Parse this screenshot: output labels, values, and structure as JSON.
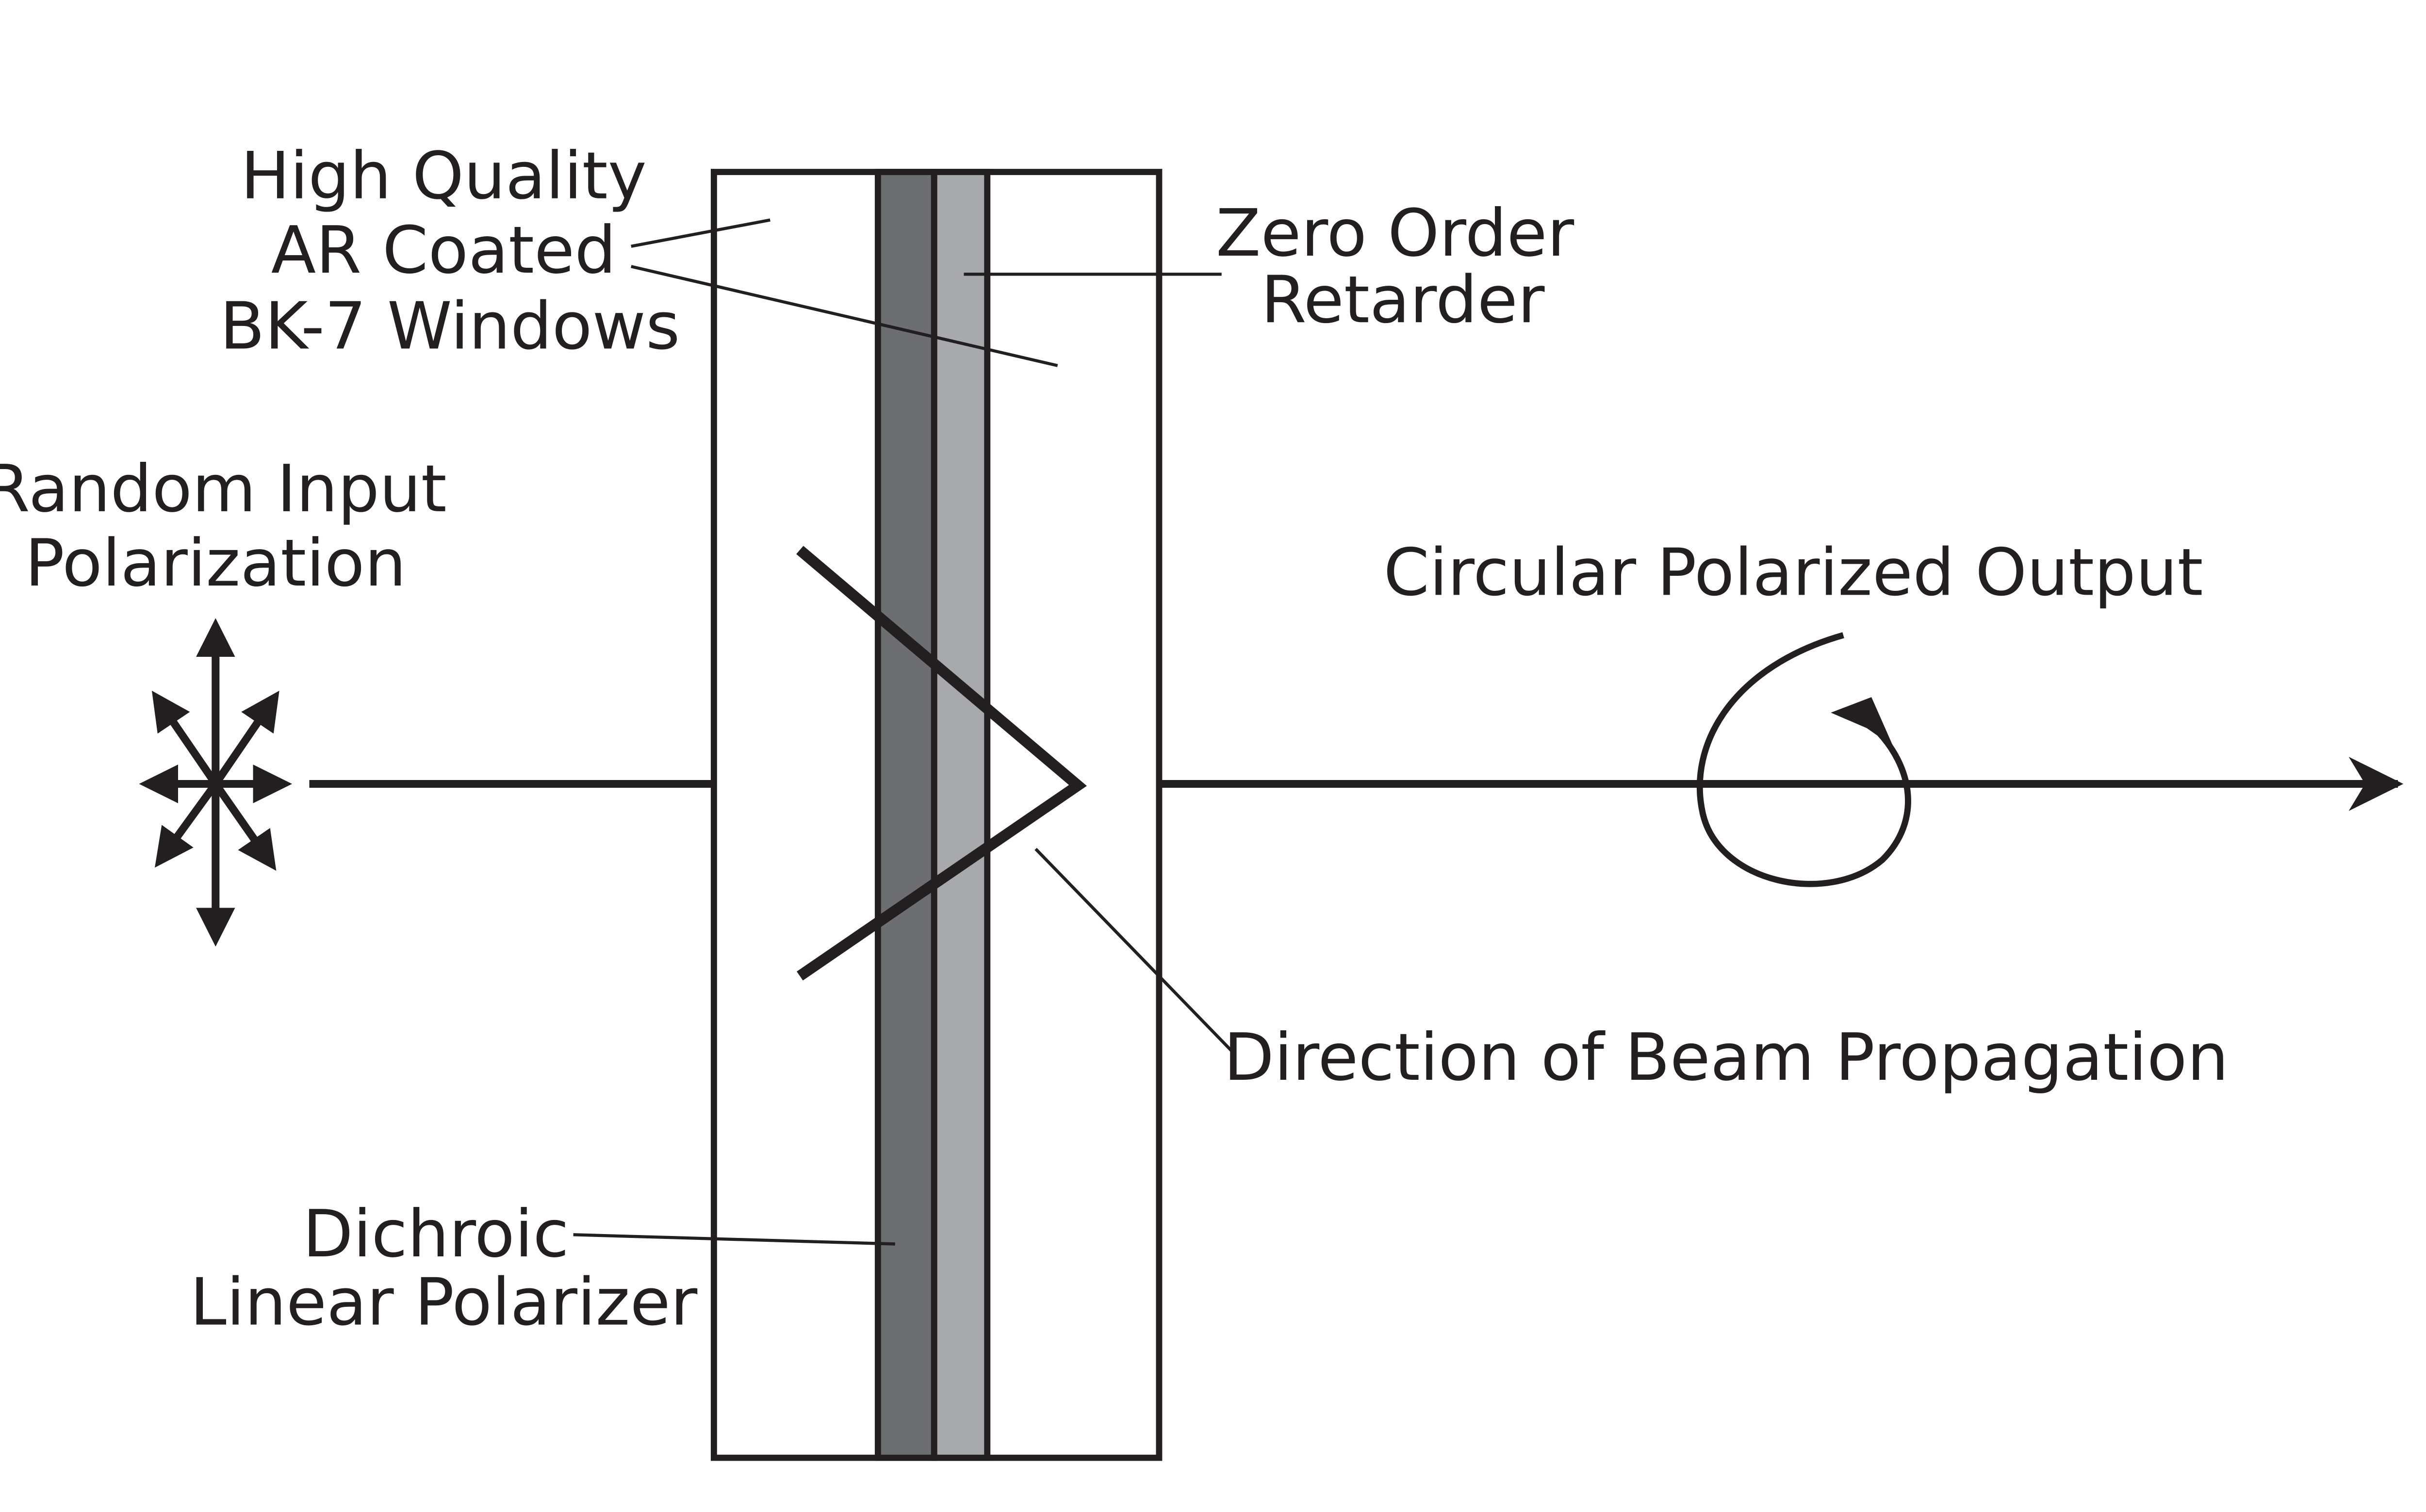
{
  "diagram": {
    "title": "Circular polarizer assembly",
    "labels": {
      "windows_line1": "High Quality",
      "windows_line2": "AR Coated",
      "windows_line3": "BK-7 Windows",
      "retarder_line1": "Zero Order",
      "retarder_line2": "Retarder",
      "input_line1": "Random Input",
      "input_line2": "Polarization",
      "output": "Circular Polarized Output",
      "propagation": "Direction of Beam Propagation",
      "polarizer_line1": "Dichroic",
      "polarizer_line2": "Linear Polarizer"
    },
    "colors": {
      "ink": "#231f20",
      "background": "#ffffff",
      "polarizer_fill": "#6d6e71",
      "retarder_fill": "#a7a9ac",
      "window_fill": "#ffffff"
    }
  }
}
